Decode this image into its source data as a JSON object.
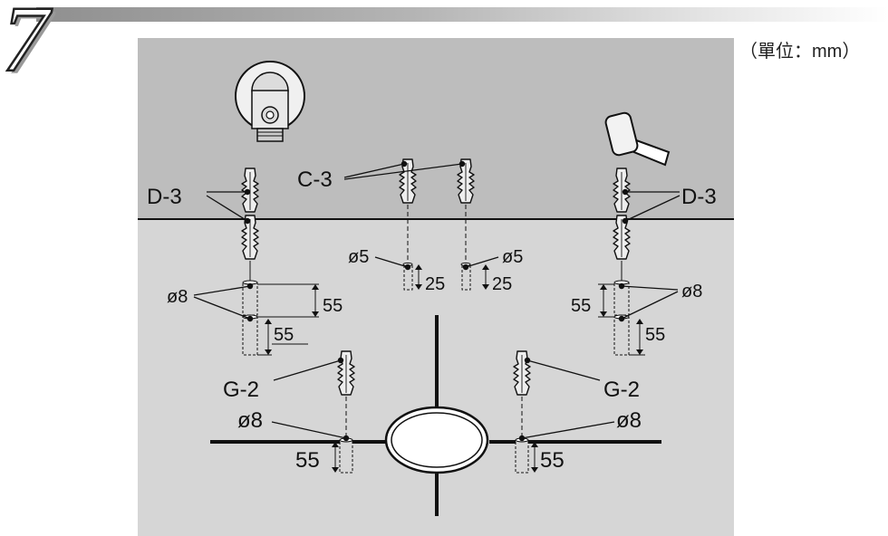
{
  "step": {
    "number": "7"
  },
  "unit": {
    "text": "（單位：mm）"
  },
  "labels": {
    "d3_left": "D-3",
    "d3_right": "D-3",
    "c3": "C-3",
    "g2_left": "G-2",
    "g2_right": "G-2",
    "dia5_left": "ø5",
    "dia5_right": "ø5",
    "dia8_left": "ø8",
    "dia8_right": "ø8",
    "dia8_low_left": "ø8",
    "dia8_low_right": "ø8"
  },
  "dims": {
    "c3_left_depth": "25",
    "c3_right_depth": "25",
    "d3_left_spacing": "55",
    "d3_left_depth": "55",
    "d3_right_spacing": "55",
    "d3_right_depth": "55",
    "g2_left_depth": "55",
    "g2_right_depth": "55"
  },
  "colors": {
    "wall_upper": "#bdbdbd",
    "wall_lower": "#d6d6d6",
    "line": "#111111",
    "plug_fill": "#eeeeee"
  }
}
